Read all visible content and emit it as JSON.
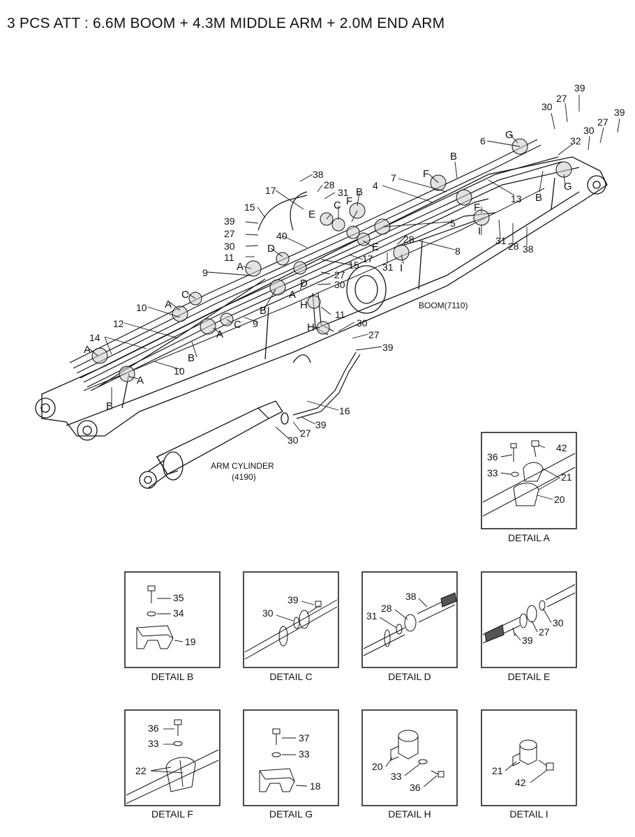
{
  "title": "3 PCS ATT : 6.6M BOOM + 4.3M MIDDLE ARM + 2.0M END ARM",
  "labels": {
    "boom": "BOOM(7110)",
    "arm_cylinder_1": "ARM CYLINDER",
    "arm_cylinder_2": "(4190)"
  },
  "main_callouts": [
    "39",
    "27",
    "30",
    "39",
    "27",
    "30",
    "32",
    "6",
    "G",
    "B",
    "4",
    "7",
    "F",
    "13",
    "B",
    "G",
    "38",
    "28",
    "31",
    "17",
    "15",
    "E",
    "C",
    "F",
    "B",
    "5",
    "F",
    "39",
    "27",
    "30",
    "11",
    "40",
    "D",
    "A",
    "15",
    "17",
    "E",
    "28",
    "31",
    "I",
    "8",
    "I",
    "31",
    "28",
    "38",
    "9",
    "C",
    "A",
    "A",
    "B",
    "D",
    "H",
    "27",
    "30",
    "11",
    "H",
    "30",
    "27",
    "39",
    "10",
    "12",
    "14",
    "A",
    "B",
    "10",
    "A",
    "B",
    "C",
    "9",
    "A",
    "16",
    "39",
    "27",
    "30"
  ],
  "details": [
    {
      "title": "DETAIL A",
      "parts": [
        "36",
        "42",
        "33",
        "21",
        "20"
      ]
    },
    {
      "title": "DETAIL B",
      "parts": [
        "35",
        "34",
        "19"
      ]
    },
    {
      "title": "DETAIL C",
      "parts": [
        "39",
        "30"
      ]
    },
    {
      "title": "DETAIL D",
      "parts": [
        "38",
        "28",
        "31"
      ]
    },
    {
      "title": "DETAIL E",
      "parts": [
        "30",
        "27",
        "39"
      ]
    },
    {
      "title": "DETAIL F",
      "parts": [
        "36",
        "33",
        "22"
      ]
    },
    {
      "title": "DETAIL G",
      "parts": [
        "37",
        "33",
        "18"
      ]
    },
    {
      "title": "DETAIL H",
      "parts": [
        "20",
        "33",
        "36"
      ]
    },
    {
      "title": "DETAIL I",
      "parts": [
        "21",
        "42"
      ]
    }
  ]
}
